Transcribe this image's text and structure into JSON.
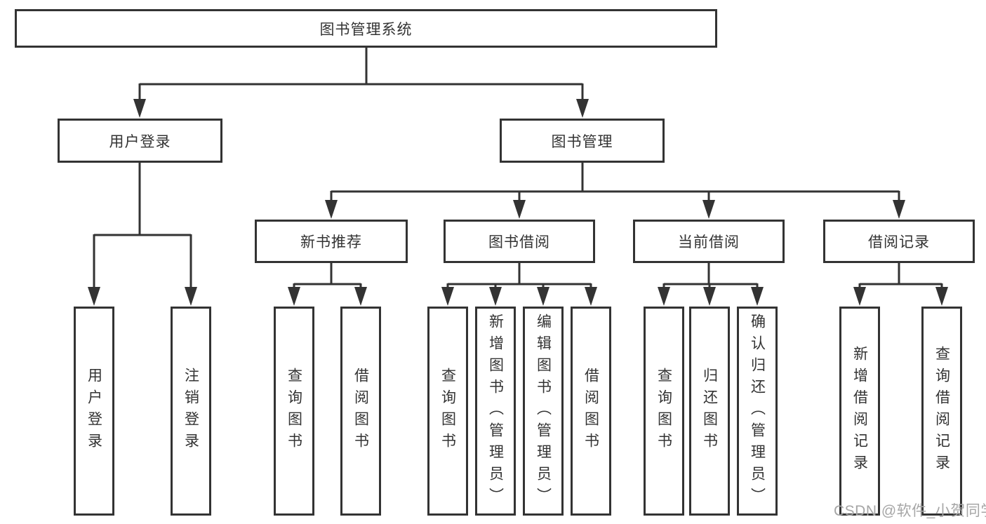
{
  "diagram": {
    "root": {
      "label": "图书管理系统"
    },
    "branches": {
      "user_login": {
        "label": "用户登录",
        "children": [
          {
            "label": "用户登录"
          },
          {
            "label": "注销登录"
          }
        ]
      },
      "book_management": {
        "label": "图书管理",
        "sections": [
          {
            "label": "新书推荐",
            "children": [
              {
                "label": "查询图书"
              },
              {
                "label": "借阅图书"
              }
            ]
          },
          {
            "label": "图书借阅",
            "children": [
              {
                "label": "查询图书"
              },
              {
                "label": "新增图书（管理员）"
              },
              {
                "label": "编辑图书（管理员）"
              },
              {
                "label": "借阅图书"
              }
            ]
          },
          {
            "label": "当前借阅",
            "children": [
              {
                "label": "查询图书"
              },
              {
                "label": "归还图书"
              },
              {
                "label": "确认归还（管理员）"
              }
            ]
          },
          {
            "label": "借阅记录",
            "children": [
              {
                "label": "新增借阅记录"
              },
              {
                "label": "查询借阅记录"
              }
            ]
          }
        ]
      }
    },
    "watermark": "CSDN @软件_小贺同学",
    "colors": {
      "line": "#333333",
      "box_border": "#333333",
      "text": "#333333",
      "watermark": "#a6a6a6",
      "background": "#ffffff"
    }
  }
}
